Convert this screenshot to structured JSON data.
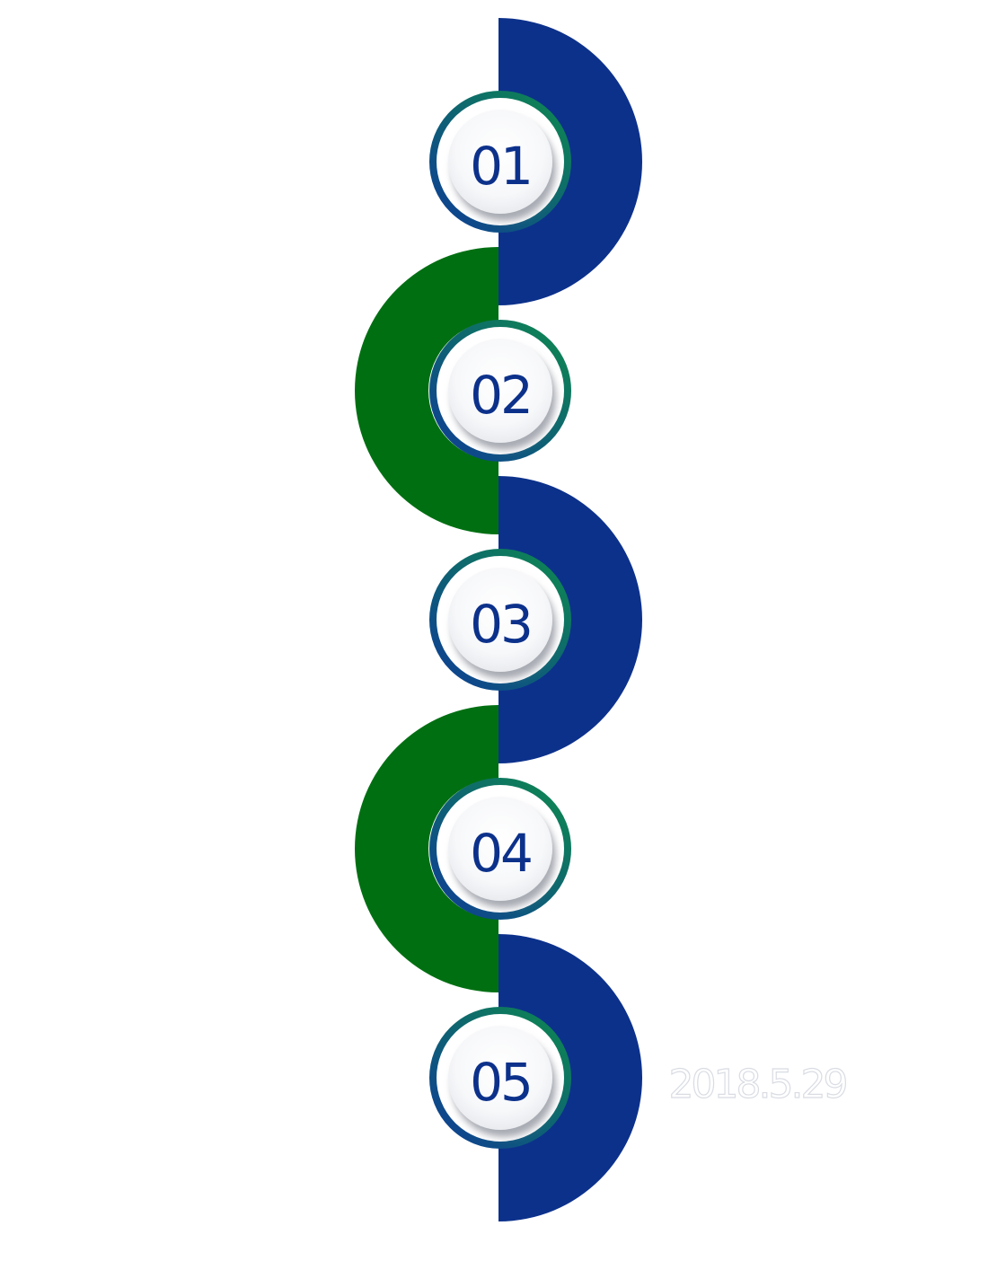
{
  "colors": {
    "blue": "#0C318B",
    "green": "#006F12",
    "ring_green": "#0E8A4E",
    "ring_blue": "#0E3C96",
    "number_text": "#0C318B",
    "date_outline": "#D9DCE3"
  },
  "steps": [
    {
      "number": "01"
    },
    {
      "number": "02"
    },
    {
      "number": "03"
    },
    {
      "number": "04"
    },
    {
      "number": "05"
    }
  ],
  "date": "2018.5.29"
}
